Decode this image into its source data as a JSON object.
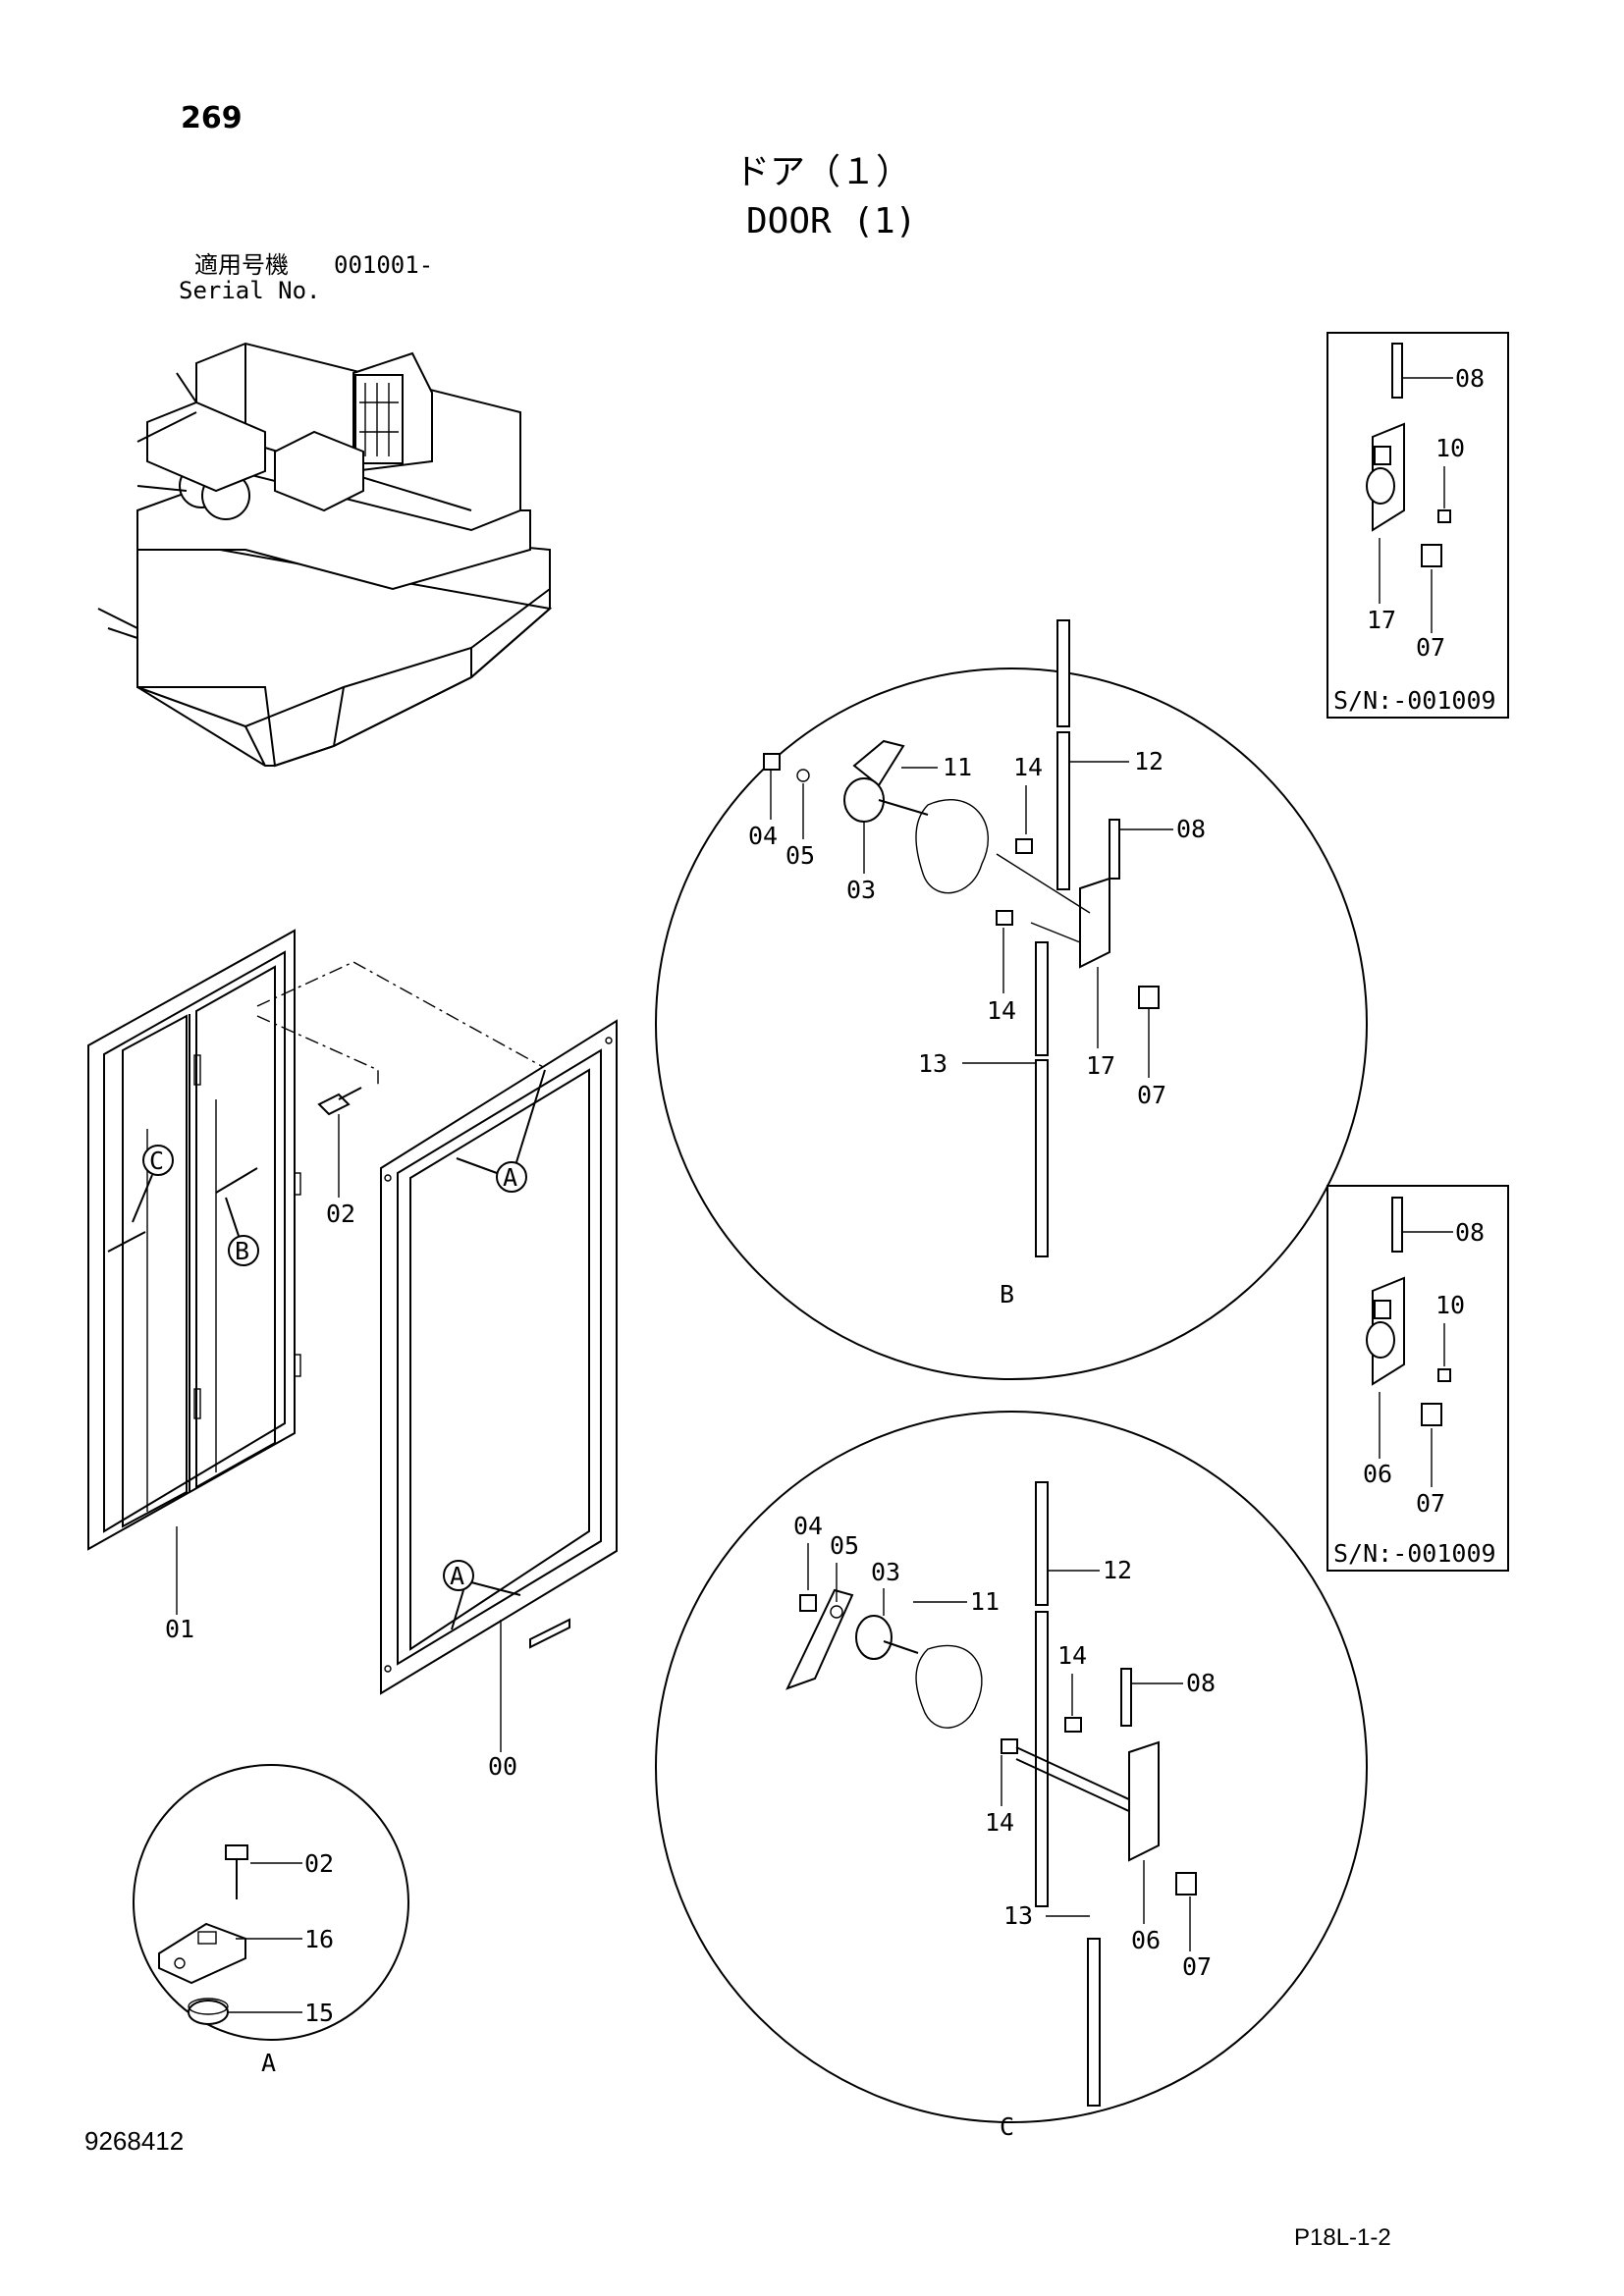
{
  "header": {
    "page_number": "269",
    "title_jp": "ドア（１）",
    "title_en": "DOOR (1)",
    "serial_label_jp": "適用号機",
    "serial_value": "001001-",
    "serial_label_en": "Serial No."
  },
  "footer": {
    "doc_number": "9268412",
    "sheet_ref": "P18L-1-2"
  },
  "callouts": {
    "c00": "00",
    "c01": "01",
    "c02": "02",
    "c02b": "02",
    "c15": "15",
    "c16": "16",
    "detailA": "A",
    "b_04": "04",
    "b_05": "05",
    "b_03": "03",
    "b_11": "11",
    "b_14a": "14",
    "b_12": "12",
    "b_08": "08",
    "b_14b": "14",
    "b_13": "13",
    "b_17": "17",
    "b_07": "07",
    "detailB": "B",
    "c_04": "04",
    "c_05": "05",
    "c_03": "03",
    "c_11": "11",
    "c_12": "12",
    "c_14a": "14",
    "c_08": "08",
    "c_14b": "14",
    "c_13": "13",
    "c_06": "06",
    "c_07": "07",
    "detailC": "C",
    "i1_08": "08",
    "i1_10": "10",
    "i1_17": "17",
    "i1_07": "07",
    "i1_sn": "S/N:-001009",
    "i2_08": "08",
    "i2_10": "10",
    "i2_06": "06",
    "i2_07": "07",
    "i2_sn": "S/N:-001009",
    "refA1": "A",
    "refA2": "A",
    "refB": "B",
    "refC": "C"
  }
}
